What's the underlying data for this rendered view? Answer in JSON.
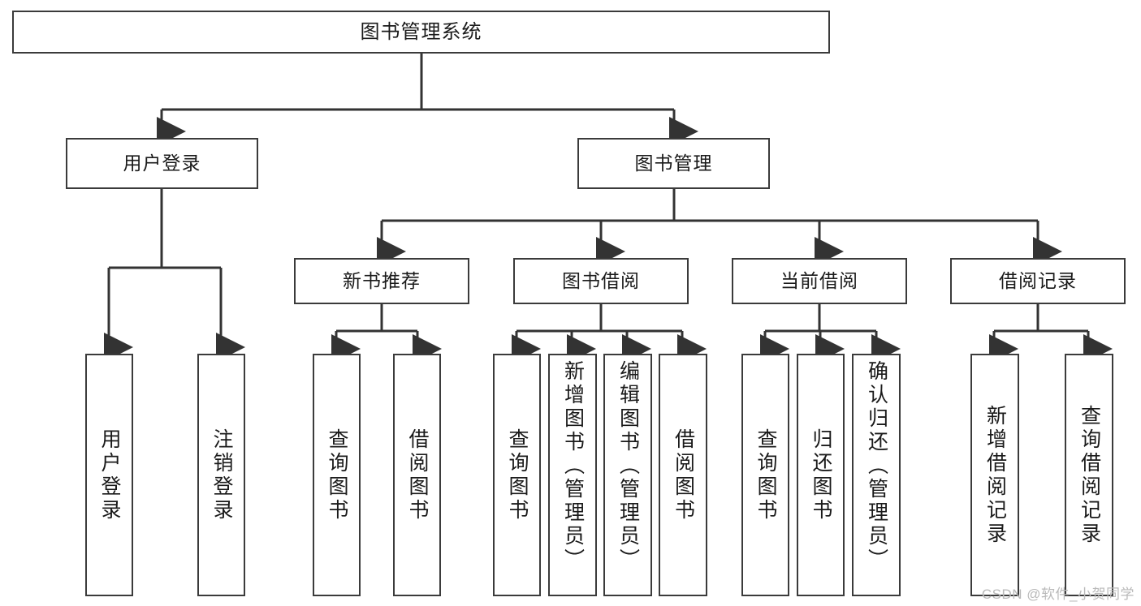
{
  "diagram": {
    "title": "图书管理系统",
    "type": "tree",
    "orientation": "top-down",
    "colors": {
      "box_border": "#3b3b3b",
      "box_fill": "#ffffff",
      "connector": "#333333",
      "text": "#1a1a1a",
      "watermark": "#b9b9b9",
      "background": "#ffffff"
    },
    "root": {
      "id": "root",
      "label": "图书管理系统"
    },
    "level2": [
      {
        "id": "user-login",
        "label": "用户登录"
      },
      {
        "id": "book-management",
        "label": "图书管理"
      }
    ],
    "level3": [
      {
        "id": "new-book-recommend",
        "label": "新书推荐",
        "parent": "book-management"
      },
      {
        "id": "book-borrow",
        "label": "图书借阅",
        "parent": "book-management"
      },
      {
        "id": "current-borrow",
        "label": "当前借阅",
        "parent": "book-management"
      },
      {
        "id": "borrow-record",
        "label": "借阅记录",
        "parent": "book-management"
      }
    ],
    "leaves": {
      "user-login": [
        {
          "id": "leaf-user-login",
          "label": "用户登录"
        },
        {
          "id": "leaf-logout",
          "label": "注销登录"
        }
      ],
      "new-book-recommend": [
        {
          "id": "leaf-query-book-1",
          "label": "查询图书"
        },
        {
          "id": "leaf-borrow-book-1",
          "label": "借阅图书"
        }
      ],
      "book-borrow": [
        {
          "id": "leaf-query-book-2",
          "label": "查询图书"
        },
        {
          "id": "leaf-add-book",
          "label": "新增图书（管理员）"
        },
        {
          "id": "leaf-edit-book",
          "label": "编辑图书（管理员）"
        },
        {
          "id": "leaf-borrow-book-2",
          "label": "借阅图书"
        }
      ],
      "current-borrow": [
        {
          "id": "leaf-query-book-3",
          "label": "查询图书"
        },
        {
          "id": "leaf-return-book",
          "label": "归还图书"
        },
        {
          "id": "leaf-confirm-return",
          "label": "确认归还（管理员）"
        }
      ],
      "borrow-record": [
        {
          "id": "leaf-add-record",
          "label": "新增借阅记录"
        },
        {
          "id": "leaf-query-record",
          "label": "查询借阅记录"
        }
      ]
    }
  },
  "watermark": {
    "text": "CSDN @软件_小贺同学"
  }
}
